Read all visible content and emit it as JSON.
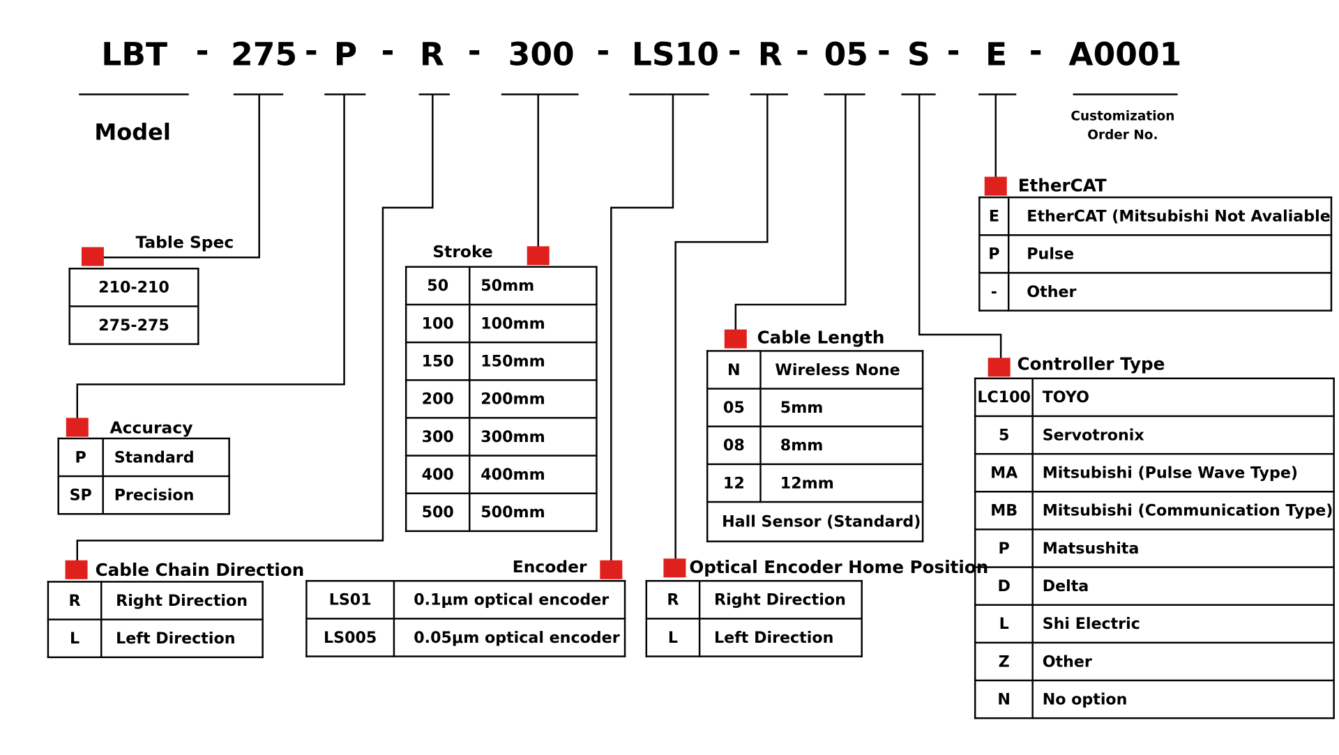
{
  "code": {
    "segments": [
      "LBT",
      "275",
      "P",
      "R",
      "300",
      "LS10",
      "R",
      "05",
      "S",
      "E",
      "A0001"
    ],
    "separator": "-"
  },
  "model_label": "Model",
  "customization_label": [
    "Customization",
    "Order No."
  ],
  "groups": {
    "table_spec": {
      "title": "Table Spec",
      "rows": [
        {
          "k": "210-210",
          "v": ""
        },
        {
          "k": "275-275",
          "v": ""
        }
      ]
    },
    "accuracy": {
      "title": "Accuracy",
      "rows": [
        {
          "k": "P",
          "v": "Standard"
        },
        {
          "k": "SP",
          "v": "Precision"
        }
      ]
    },
    "cable_chain": {
      "title": "Cable Chain Direction",
      "rows": [
        {
          "k": "R",
          "v": "Right Direction"
        },
        {
          "k": "L",
          "v": "Left Direction"
        }
      ]
    },
    "stroke": {
      "title": "Stroke",
      "rows": [
        {
          "k": "50",
          "v": "50mm"
        },
        {
          "k": "100",
          "v": "100mm"
        },
        {
          "k": "150",
          "v": "150mm"
        },
        {
          "k": "200",
          "v": "200mm"
        },
        {
          "k": "300",
          "v": "300mm"
        },
        {
          "k": "400",
          "v": "400mm"
        },
        {
          "k": "500",
          "v": "500mm"
        }
      ]
    },
    "encoder": {
      "title": "Encoder",
      "rows": [
        {
          "k": "LS01",
          "v": "0.1μm optical encoder"
        },
        {
          "k": "LS005",
          "v": "0.05μm optical encoder"
        }
      ]
    },
    "cable_length": {
      "title": "Cable Length",
      "rows": [
        {
          "k": "N",
          "v": "Wireless None"
        },
        {
          "k": "05",
          "v": "5mm"
        },
        {
          "k": "08",
          "v": "8mm"
        },
        {
          "k": "12",
          "v": "12mm"
        }
      ],
      "footer": "Hall Sensor (Standard)"
    },
    "home_position": {
      "title": "Optical Encoder Home Position",
      "rows": [
        {
          "k": "R",
          "v": "Right Direction"
        },
        {
          "k": "L",
          "v": "Left Direction"
        }
      ]
    },
    "ethercat": {
      "title": "EtherCAT",
      "rows": [
        {
          "k": "E",
          "v": "EtherCAT (Mitsubishi Not Avaliable"
        },
        {
          "k": "P",
          "v": "Pulse"
        },
        {
          "k": "-",
          "v": "Other"
        }
      ]
    },
    "controller": {
      "title": "Controller Type",
      "rows": [
        {
          "k": "LC100",
          "v": "TOYO"
        },
        {
          "k": "5",
          "v": "Servotronix"
        },
        {
          "k": "MA",
          "v": "Mitsubishi (Pulse Wave Type)"
        },
        {
          "k": "MB",
          "v": "Mitsubishi (Communication Type)"
        },
        {
          "k": "P",
          "v": "Matsushita"
        },
        {
          "k": "D",
          "v": "Delta"
        },
        {
          "k": "L",
          "v": "Shi Electric"
        },
        {
          "k": "Z",
          "v": "Other"
        },
        {
          "k": "N",
          "v": "No option"
        }
      ]
    }
  },
  "colors": {
    "marker": "#e0201c",
    "line": "#000000"
  }
}
